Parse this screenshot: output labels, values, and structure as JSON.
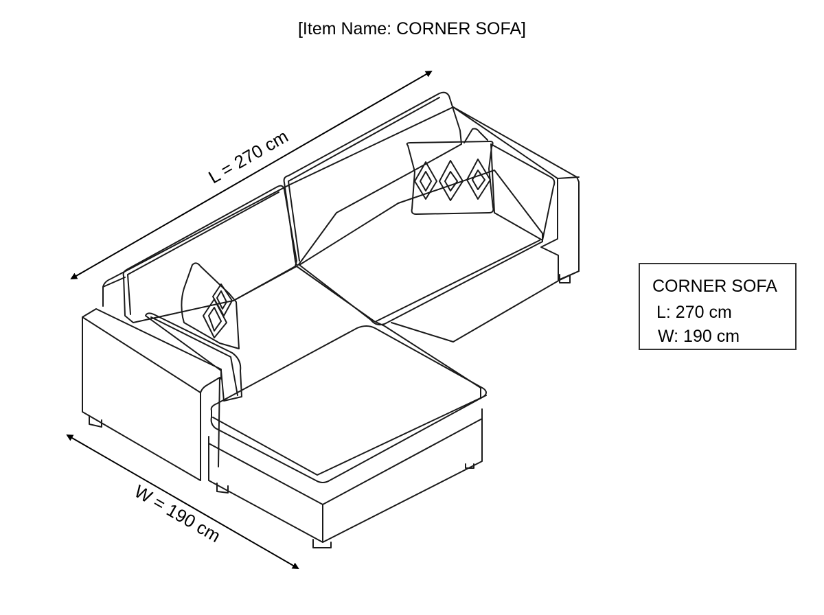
{
  "header": {
    "title": "[Item Name: CORNER SOFA]"
  },
  "dimensions": {
    "length_label": "L = 270 cm",
    "width_label": "W = 190 cm"
  },
  "spec_box": {
    "name": "CORNER SOFA",
    "length": "L:  270 cm",
    "width": "W: 190 cm"
  },
  "colors": {
    "line": "#1a1a1a",
    "background": "#ffffff"
  }
}
